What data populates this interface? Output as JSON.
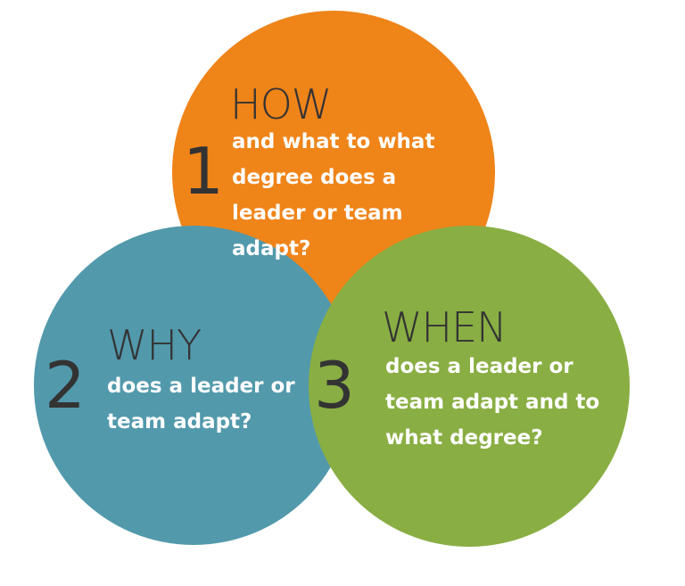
{
  "colors": {
    "how": "#ef8419",
    "why": "#5299ac",
    "when": "#89ae43"
  },
  "circles": [
    {
      "number": "1",
      "heading": "HOW",
      "text": "and what to what degree does a leader or team adapt?"
    },
    {
      "number": "2",
      "heading": "WHY",
      "text": "does a leader or team adapt?"
    },
    {
      "number": "3",
      "heading": "WHEN",
      "text": "does a leader or team adapt and to what degree?"
    }
  ]
}
